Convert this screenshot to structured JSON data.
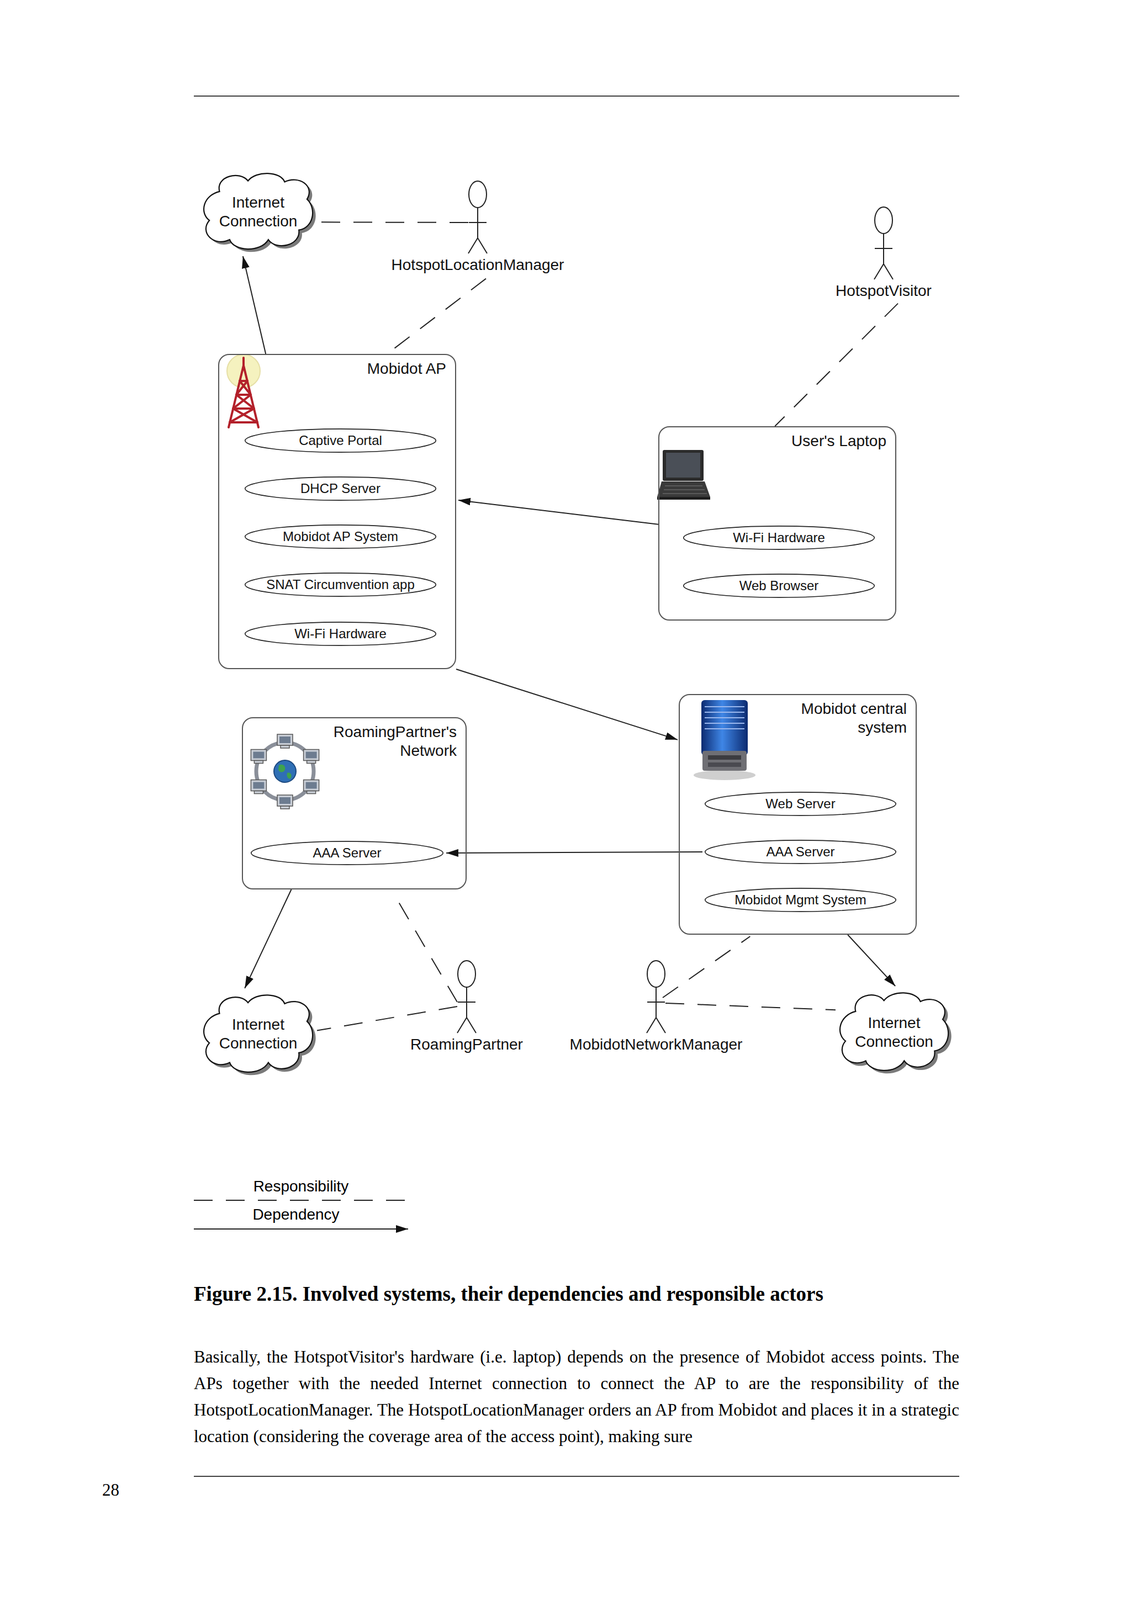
{
  "diagram": {
    "caption": "Figure 2.15. Involved systems, their dependencies and responsible actors",
    "nodes": [
      {
        "text": [
          "Internet Connection"
        ]
      },
      {
        "text": [
          "HotspotLocationManager"
        ]
      },
      {
        "text": [
          "HotspotVisitor"
        ]
      },
      {
        "text": [
          "Mobidot AP"
        ]
      },
      {
        "text": [
          "Captive Portal"
        ],
        "in": 3
      },
      {
        "text": [
          "DHCP Server"
        ],
        "in": 3
      },
      {
        "text": [
          "Mobidot AP System"
        ],
        "in": 3
      },
      {
        "text": [
          "SNAT Circumvention app"
        ],
        "in": 3
      },
      {
        "text": [
          "Wi-Fi Hardware"
        ],
        "in": 3
      },
      {
        "text": [
          "User's Laptop"
        ]
      },
      {
        "text": [
          "Wi-Fi Hardware"
        ],
        "in": 9
      },
      {
        "text": [
          "Web Browser"
        ],
        "in": 9
      },
      {
        "text": [
          "RoamingPartner's Network"
        ]
      },
      {
        "text": [
          "AAA Server"
        ],
        "in": 12
      },
      {
        "text": [
          "Mobidot central system"
        ]
      },
      {
        "text": [
          "Web Server"
        ],
        "in": 14
      },
      {
        "text": [
          "AAA Server"
        ],
        "in": 14
      },
      {
        "text": [
          "Mobidot Mgmt System"
        ],
        "in": 14
      },
      {
        "text": [
          "Internet Connection"
        ]
      },
      {
        "text": [
          "RoamingPartner"
        ]
      },
      {
        "text": [
          "MobidotNetworkManager"
        ]
      },
      {
        "text": [
          "Internet Connection"
        ]
      }
    ],
    "edges": [
      {
        "from": 1,
        "to": 0,
        "arrow": "none"
      },
      {
        "from": 1,
        "to": 3,
        "arrow": "none"
      },
      {
        "from": 3,
        "to": 0,
        "arrow": "to"
      },
      {
        "from": 2,
        "to": 9,
        "arrow": "none"
      },
      {
        "from": 9,
        "to": 3,
        "arrow": "to"
      },
      {
        "from": 3,
        "to": 14,
        "arrow": "to"
      },
      {
        "from": 16,
        "to": 13,
        "arrow": "to"
      },
      {
        "from": 12,
        "to": 18,
        "arrow": "to"
      },
      {
        "from": 19,
        "to": 12,
        "arrow": "none"
      },
      {
        "from": 19,
        "to": 18,
        "arrow": "none"
      },
      {
        "from": 20,
        "to": 14,
        "arrow": "none"
      },
      {
        "from": 20,
        "to": 21,
        "arrow": "none"
      },
      {
        "from": 14,
        "to": 21,
        "arrow": "to"
      }
    ],
    "labels": [
      "Basically, the HotspotVisitor's hardware (i.e. laptop) depends on the presence of Mobidot access points. The APs together with the needed Internet connection to connect the AP to are the responsibility of the HotspotLocationManager. The HotspotLocationManager orders an AP from Mobidot and places it in a strategic location (considering the coverage area of the access point), making sure",
      "28"
    ],
    "legend": [
      {
        "text": "Responsibility"
      },
      {
        "text": "Dependency"
      }
    ]
  }
}
